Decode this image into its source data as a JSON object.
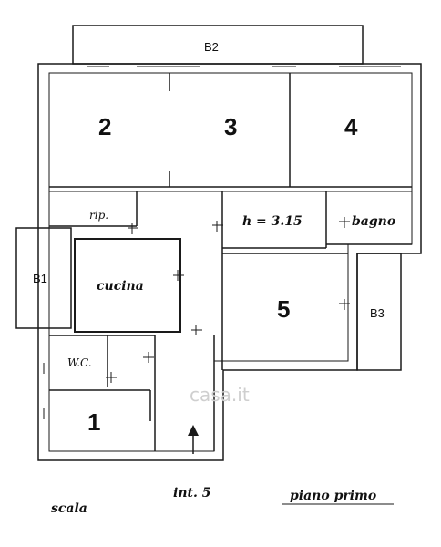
{
  "plan": {
    "rooms": {
      "r2": "2",
      "r3": "3",
      "r4": "4",
      "r5": "5",
      "r1": "1"
    },
    "labels": {
      "b2": "B2",
      "b1": "B1",
      "b3": "B3",
      "rip": "rip.",
      "height": "h = 3.15",
      "bagno": "bagno",
      "cucina": "cucina",
      "wc": "W.C."
    },
    "footer": {
      "scala": "scala",
      "int": "int. 5",
      "piano": "piano primo"
    },
    "watermark": "casa.it"
  }
}
